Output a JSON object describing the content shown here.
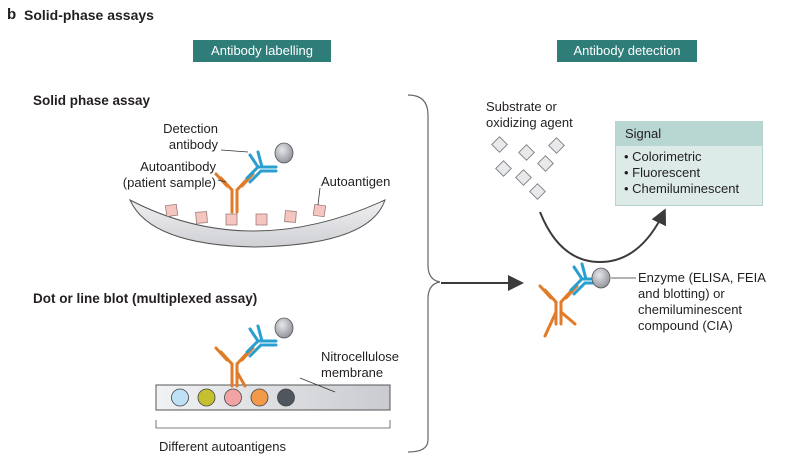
{
  "panel": {
    "letter": "b",
    "title": "Solid-phase assays"
  },
  "headers": {
    "left": "Antibody labelling",
    "right": "Antibody detection"
  },
  "solid_phase": {
    "title": "Solid phase assay",
    "detection_antibody": [
      "Detection",
      "antibody"
    ],
    "autoantibody": [
      "Autoantibody",
      "(patient sample)"
    ],
    "autoantigen": "Autoantigen"
  },
  "dot_blot": {
    "title": "Dot or line blot (multiplexed assay)",
    "membrane": [
      "Nitrocellulose",
      "membrane"
    ],
    "antigens_label": "Different autoantigens",
    "dot_colors": [
      "#bfe0f5",
      "#c4c02f",
      "#f2a3a3",
      "#f29a4a",
      "#4f5660"
    ]
  },
  "detection": {
    "substrate": [
      "Substrate or",
      "oxidizing agent"
    ],
    "signal_title": "Signal",
    "signal_items": [
      "• Colorimetric",
      "• Fluorescent",
      "• Chemiluminescent"
    ],
    "enzyme": [
      "Enzyme (ELISA, FEIA",
      "and blotting) or",
      "chemiluminescent",
      "compound (CIA)"
    ]
  },
  "colors": {
    "header": "#2f7d78",
    "detection_ab": "#2a9fcf",
    "autoantibody": "#e07b2a",
    "antigen": "#f5c6c0"
  }
}
